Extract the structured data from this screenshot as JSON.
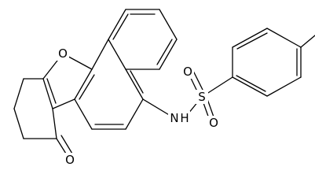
{
  "molecule": {
    "atoms": {
      "ring_oxygen": "O",
      "carbonyl_oxygen": "O",
      "amide_nitrogen": "N",
      "amide_hydrogen": "H",
      "sulfur": "S",
      "sulfonyl_oxygen_top": "O",
      "sulfonyl_oxygen_bottom": "O"
    }
  }
}
